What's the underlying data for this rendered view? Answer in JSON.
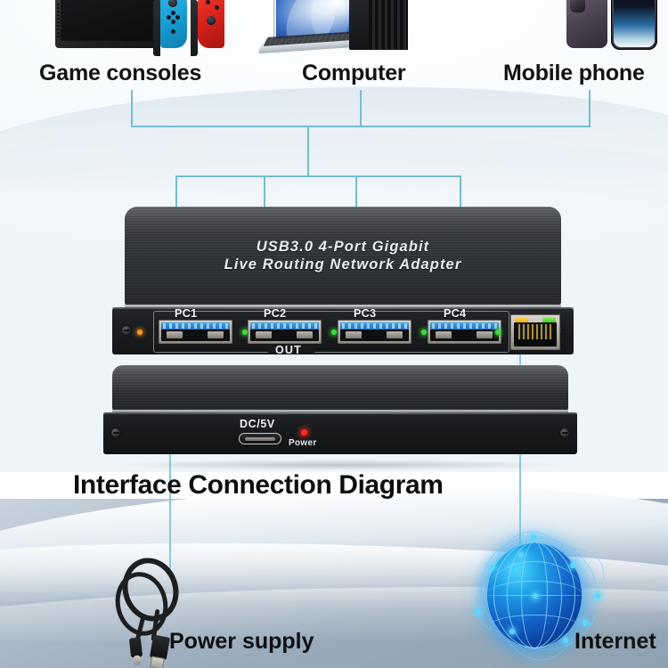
{
  "theme": {
    "connector_line_color": "#74bccf",
    "label_color": "#0d0f11",
    "background_top": "#f2f7fa",
    "background_bottom": "#9aabbb",
    "usb_port_blue": "#2f8fd8",
    "led_green": "#39e03a",
    "led_orange": "#ff9b1a",
    "led_red": "#ff2a1e",
    "rj45_led_yellow": "#ffd24a",
    "rj45_led_green": "#35c41c"
  },
  "title": "Interface Connection Diagram",
  "sources": {
    "game_consoles": {
      "label": "Game consoles",
      "icon": "game-console-icon"
    },
    "computer": {
      "label": "Computer",
      "icon": "computer-icon"
    },
    "mobile_phone": {
      "label": "Mobile phone",
      "icon": "mobile-phone-icon"
    }
  },
  "device": {
    "print_line1": "USB3.0  4-Port Gigabit",
    "print_line2": "Live Routing Network Adapter",
    "out_label": "OUT",
    "ports": [
      {
        "label": "PC1",
        "type": "usb3"
      },
      {
        "label": "PC2",
        "type": "usb3"
      },
      {
        "label": "PC3",
        "type": "usb3"
      },
      {
        "label": "PC4",
        "type": "usb3"
      }
    ],
    "rj45": {
      "name": "rj45-ethernet-port"
    },
    "rear": {
      "dc_label": "DC/5V",
      "power_label": "Power"
    }
  },
  "accessories": {
    "power_supply": {
      "label": "Power supply",
      "icon": "usb-cable-icon"
    },
    "internet": {
      "label": "Internet",
      "icon": "globe-network-icon"
    }
  }
}
